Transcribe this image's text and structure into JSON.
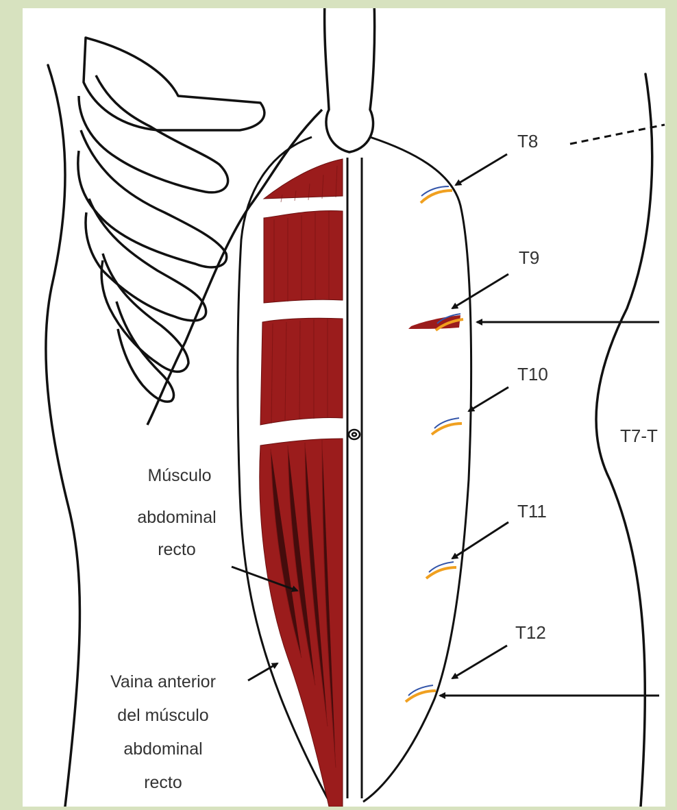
{
  "colors": {
    "frame_background": "#d7e2bf",
    "panel_background": "#ffffff",
    "muscle": "#9b1c1c",
    "outline": "#111111",
    "label_text": "#333333",
    "nerve_orange": "#f0a020",
    "nerve_blue": "#3355aa"
  },
  "labels": {
    "musculo": [
      "Músculo",
      "abdominal",
      "recto"
    ],
    "vaina": [
      "Vaina anterior",
      "del músculo",
      "abdominal",
      "recto"
    ],
    "nerves": [
      "T8",
      "T9",
      "T10",
      "T11",
      "T12"
    ],
    "side_label": "T7-T"
  },
  "icons": {
    "nerve_marker": "nerve-branch-icon",
    "navel": "umbilicus-icon"
  }
}
